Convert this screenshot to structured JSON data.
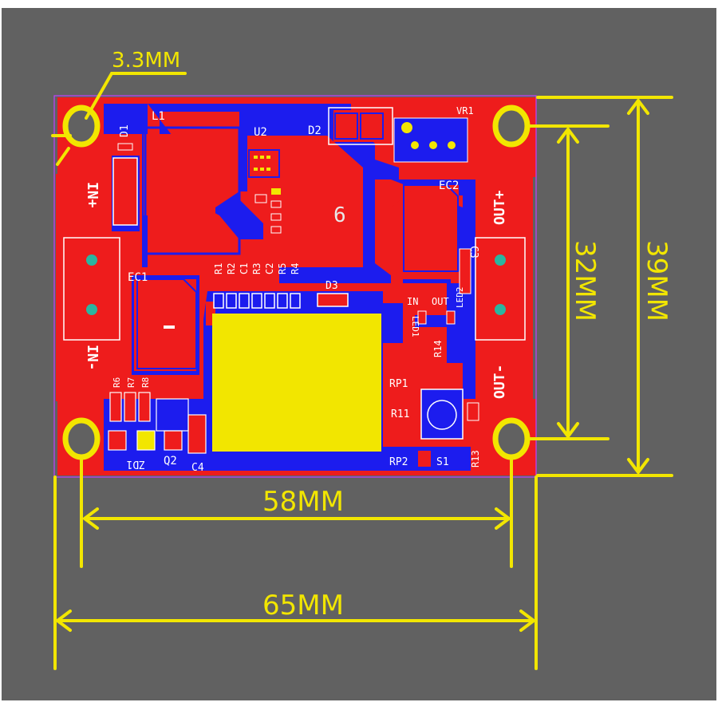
{
  "colors": {
    "canvas": "#616161",
    "copper_top": "#ee1c1c",
    "copper_bottom": "#1c1cee",
    "pad": "#f2e600",
    "dimension": "#f2e600",
    "outline": "#c040ff",
    "silkscreen": "#ffffff"
  },
  "dimensions": {
    "hole": "3.3MM",
    "inner_height": "32MM",
    "outer_height": "39MM",
    "inner_width": "58MM",
    "outer_width": "65MM"
  },
  "board": {
    "copper_number": "6",
    "designators": [
      {
        "id": "l1",
        "text": "L1"
      },
      {
        "id": "u2",
        "text": "U2"
      },
      {
        "id": "d1",
        "text": "D1"
      },
      {
        "id": "d2",
        "text": "D2"
      },
      {
        "id": "d3",
        "text": "D3"
      },
      {
        "id": "vr1",
        "text": "VR1"
      },
      {
        "id": "ec1",
        "text": "EC1"
      },
      {
        "id": "ec2",
        "text": "EC2"
      },
      {
        "id": "c3",
        "text": "C3"
      },
      {
        "id": "c4",
        "text": "C4"
      },
      {
        "id": "q2",
        "text": "Q2"
      },
      {
        "id": "zd1",
        "text": "ZD1"
      },
      {
        "id": "rp1",
        "text": "RP1"
      },
      {
        "id": "rp2",
        "text": "RP2"
      },
      {
        "id": "r11",
        "text": "R11"
      },
      {
        "id": "r13",
        "text": "R13"
      },
      {
        "id": "r14",
        "text": "R14"
      },
      {
        "id": "s1",
        "text": "S1"
      },
      {
        "id": "led1",
        "text": "LED1"
      },
      {
        "id": "led2",
        "text": "LED2"
      },
      {
        "id": "r1",
        "text": "R1"
      },
      {
        "id": "r2",
        "text": "R2"
      },
      {
        "id": "c1",
        "text": "C1"
      },
      {
        "id": "r3",
        "text": "R3"
      },
      {
        "id": "c2",
        "text": "C2"
      },
      {
        "id": "r5",
        "text": "R5"
      },
      {
        "id": "r4",
        "text": "R4"
      },
      {
        "id": "r6",
        "text": "R6"
      },
      {
        "id": "r7",
        "text": "R7"
      },
      {
        "id": "r8",
        "text": "R8"
      }
    ],
    "terminals": {
      "in_plus": "IN+",
      "in_minus": "IN-",
      "out_plus": "OUT+",
      "out_minus": "OUT-"
    },
    "leds": {
      "in": "IN",
      "out": "OUT"
    }
  }
}
